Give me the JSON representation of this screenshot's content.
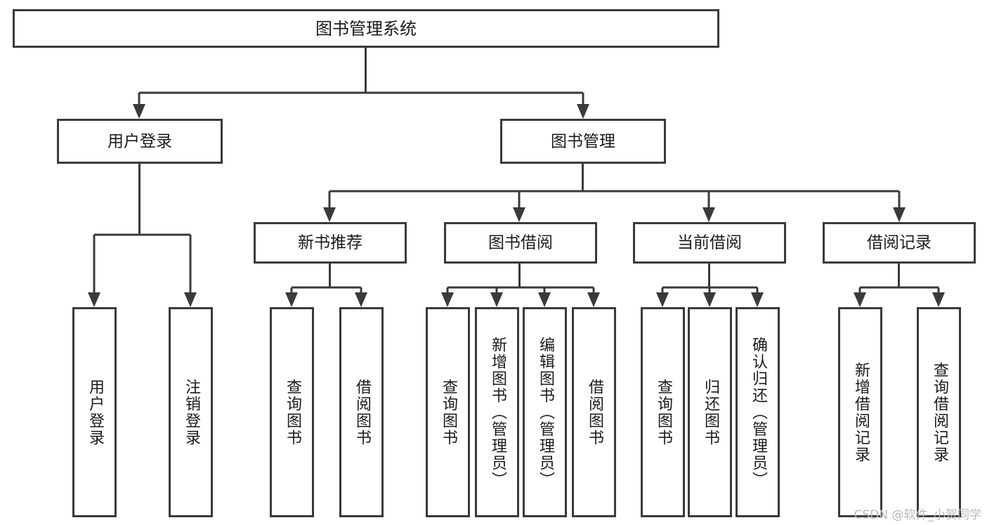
{
  "diagram": {
    "type": "tree",
    "title": "图书管理系统",
    "watermark": "CSDN @软件_小贺同学",
    "colors": {
      "stroke": "#3a3a3a",
      "box_fill": "#ffffff",
      "text": "#1b1b1b",
      "background": "#ffffff",
      "watermark": "#b9b9b9"
    },
    "root": {
      "label": "图书管理系统"
    },
    "level2": [
      {
        "label": "用户登录"
      },
      {
        "label": "图书管理"
      }
    ],
    "level3": [
      {
        "label": "新书推荐"
      },
      {
        "label": "图书借阅"
      },
      {
        "label": "当前借阅"
      },
      {
        "label": "借阅记录"
      }
    ],
    "leaves": {
      "user_login": [
        {
          "label": "用户登录"
        },
        {
          "label": "注销登录"
        }
      ],
      "new_book_recommend": [
        {
          "label": "查询图书"
        },
        {
          "label": "借阅图书"
        }
      ],
      "book_borrow": [
        {
          "label": "查询图书"
        },
        {
          "label": "新增图书（管理员）"
        },
        {
          "label": "编辑图书（管理员）"
        },
        {
          "label": "借阅图书"
        }
      ],
      "current_borrow": [
        {
          "label": "查询图书"
        },
        {
          "label": "归还图书"
        },
        {
          "label": "确认归还（管理员）"
        }
      ],
      "borrow_record": [
        {
          "label": "新增借阅记录"
        },
        {
          "label": "查询借阅记录"
        }
      ]
    }
  }
}
